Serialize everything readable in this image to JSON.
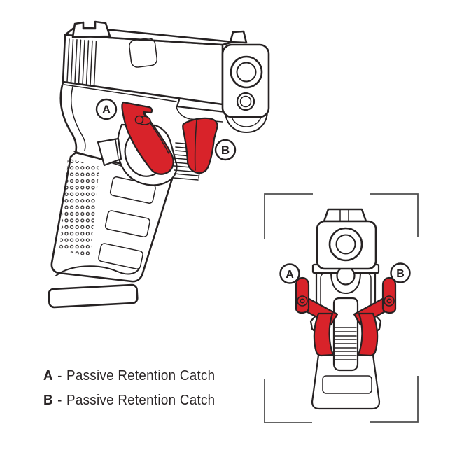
{
  "diagram": {
    "background": "#ffffff",
    "colors": {
      "accent_red": "#d8232a",
      "line": "#262223",
      "bracket": "#4f4f4f",
      "text": "#2a2526",
      "background": "#ffffff"
    },
    "main_view": {
      "label_a": "A",
      "label_b": "B"
    },
    "front_view": {
      "label_a": "A",
      "label_b": "B"
    },
    "legend": {
      "items": [
        {
          "key": "A",
          "separator": "-",
          "text": "Passive Retention Catch"
        },
        {
          "key": "B",
          "separator": "-",
          "text": "Passive Retention Catch"
        }
      ]
    }
  }
}
